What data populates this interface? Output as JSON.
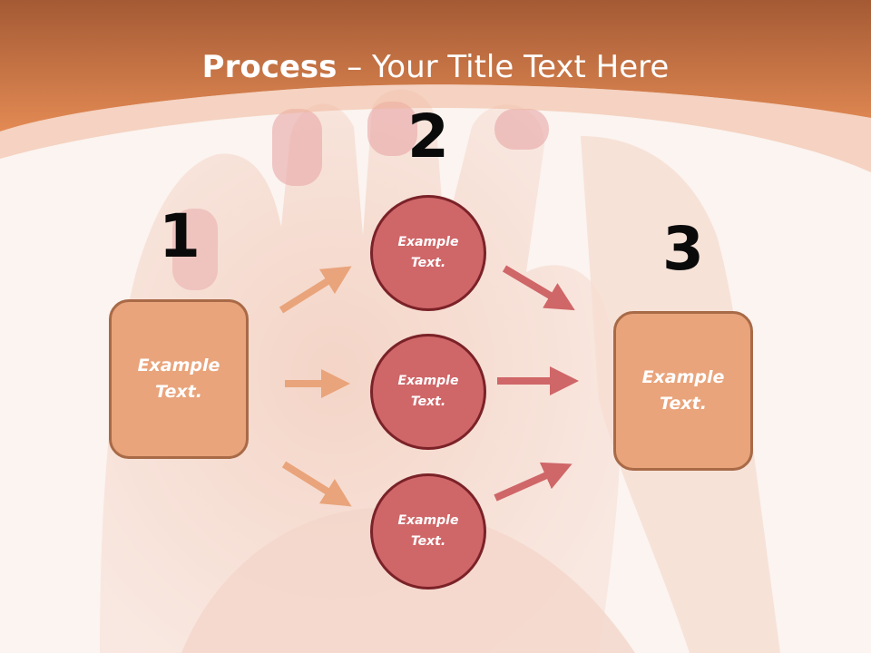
{
  "slide": {
    "title_bold": "Process",
    "title_dash": " – ",
    "title_rest": "Your Title Text Here"
  },
  "steps": {
    "n1": "1",
    "n2": "2",
    "n3": "3"
  },
  "shapes": {
    "left_box": "Example Text.",
    "circle_top": "Example Text.",
    "circle_mid": "Example Text.",
    "circle_bottom": "Example Text.",
    "right_box": "Example Text."
  },
  "colors": {
    "header": "#de8550",
    "box_fill": "#e9a47b",
    "circle_fill": "#cf6668",
    "arrow_left": "#e9a47b",
    "arrow_right": "#cf6668"
  }
}
